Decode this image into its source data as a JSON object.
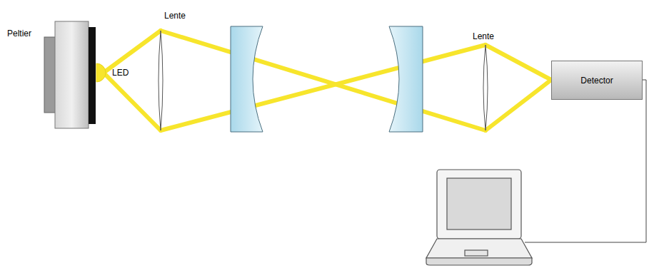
{
  "diagram": {
    "nodes": [
      {
        "text": [
          "Detector"
        ]
      }
    ],
    "labels": [
      "Lente",
      "Peltier",
      "Lente",
      "LED"
    ]
  }
}
